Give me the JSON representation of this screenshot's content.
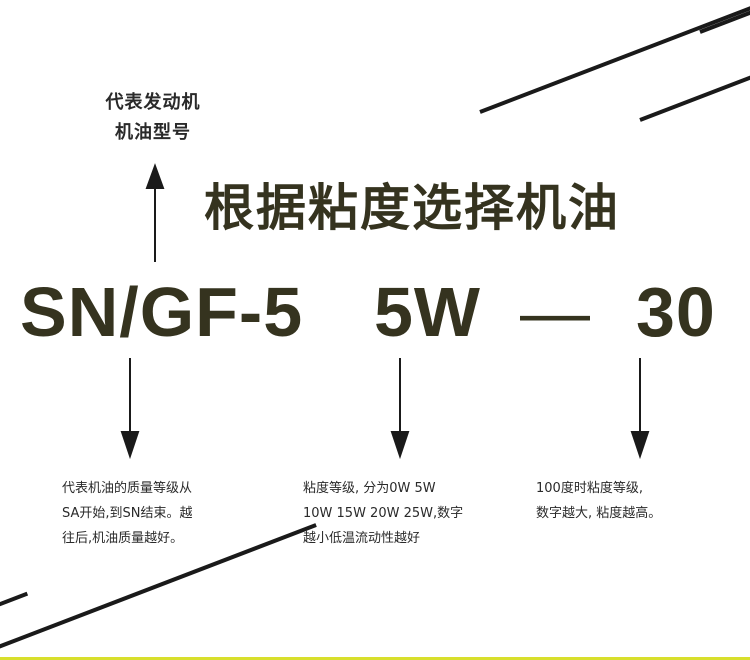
{
  "top_label": {
    "line1": "代表发动机",
    "line2": "机油型号"
  },
  "headline": "根据粘度选择机油",
  "code": {
    "grade": "SN/GF-5",
    "cold": "5W",
    "dash": "—",
    "hot": "30"
  },
  "descriptions": {
    "grade": [
      "代表机油的质量等级从",
      "SA开始,到SN结束。越",
      "往后,机油质量越好。"
    ],
    "cold": [
      "粘度等级, 分为0W 5W",
      "10W 15W 20W 25W,数字",
      "越小低温流动性越好"
    ],
    "hot": [
      "100度时粘度等级,",
      "数字越大, 粘度越高。"
    ]
  },
  "colors": {
    "text_dark": "#35331f",
    "stripe": "#1a1a1a",
    "accent_bar": "#d8df2c"
  }
}
